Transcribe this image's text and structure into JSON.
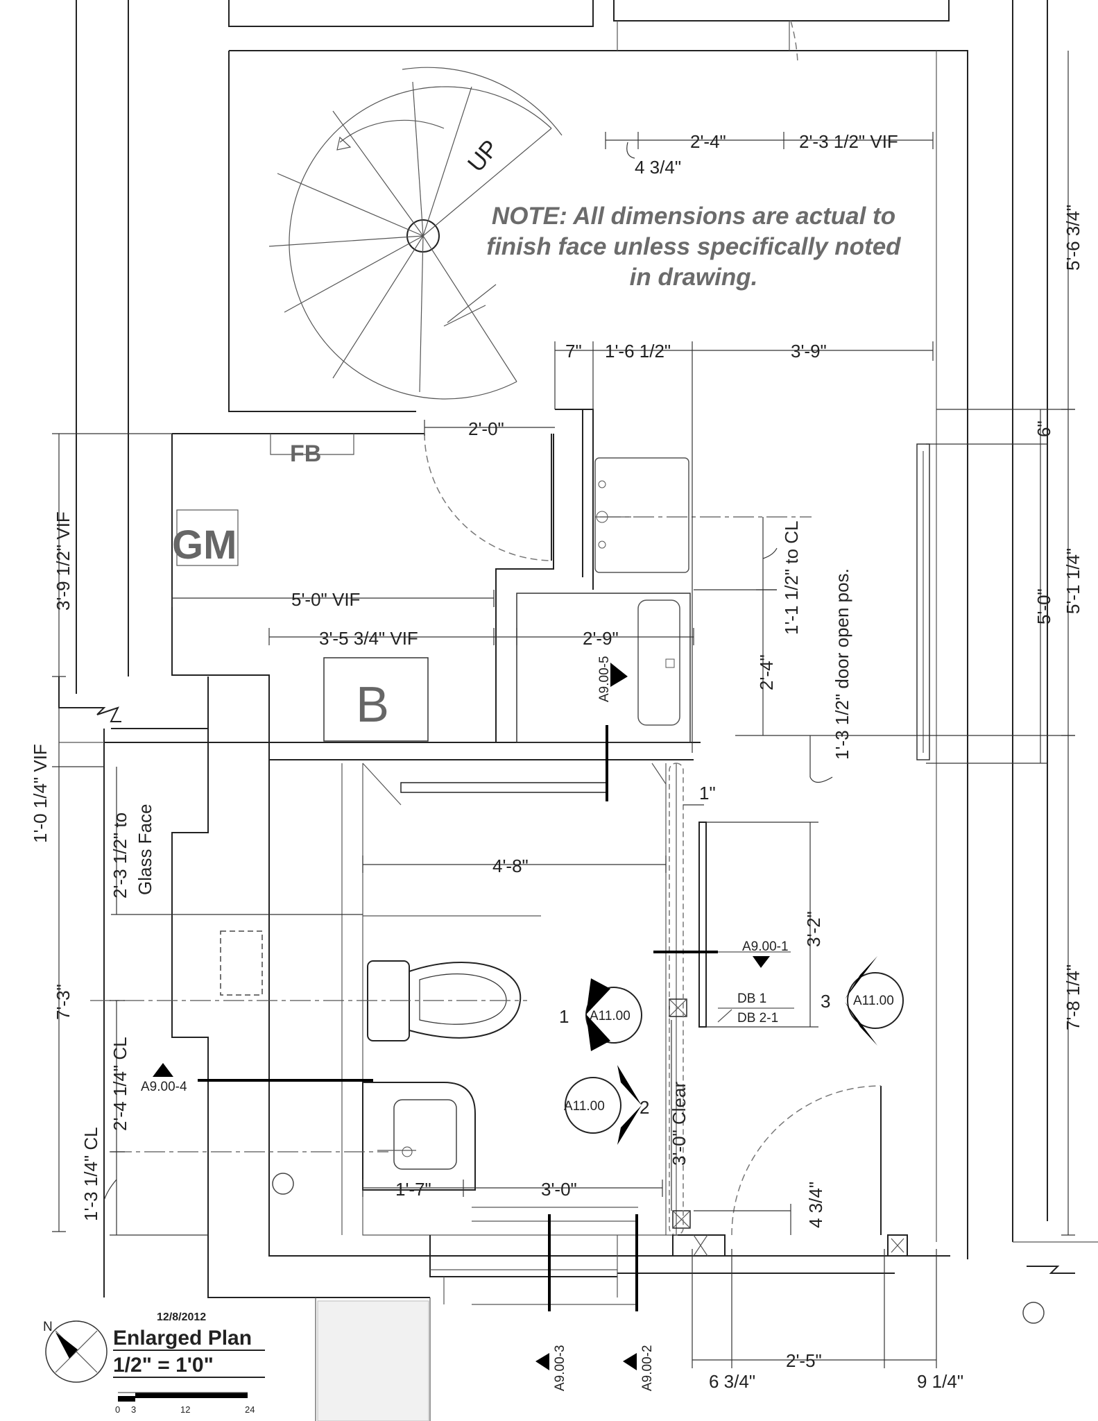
{
  "note": {
    "line1": "NOTE: All dimensions are actual to",
    "line2": "finish face unless specifically noted",
    "line3": "in drawing."
  },
  "labels": {
    "up": "UP",
    "fb": "FB",
    "gm": "GM",
    "b": "B",
    "clear": "3'-0\" Clear",
    "db1": "DB 1",
    "db2": "DB 2-1"
  },
  "dimensions": {
    "d_2_4": "2'-4\"",
    "d_2_3_5_vif": "2'-3 1/2\" VIF",
    "d_4_3_4": "4 3/4\"",
    "d_7": "7\"",
    "d_1_6_5": "1'-6 1/2\"",
    "d_3_9": "3'-9\"",
    "d_2_0": "2'-0\"",
    "d_5_6_3_4": "5'-6 3/4\"",
    "d_6": "6\"",
    "d_5_0": "5'-0\"",
    "d_5_1_1_4": "5'-1 1/4\"",
    "d_1_1_5_cl": "1'-1 1/2\" to CL",
    "d_1_3_5_door": "1'-3 1/2\" door open pos.",
    "d_2_4b": "2'-4\"",
    "d_3_9_5_vif": "3'-9 1/2\" VIF",
    "d_5_0_vif": "5'-0\" VIF",
    "d_3_5_3_4_vif": "3'-5 3/4\" VIF",
    "d_2_9": "2'-9\"",
    "d_1_0_1_4_vif": "1'-0 1/4\" VIF",
    "d_2_3_5_glass_a": "2'-3 1/2\" to",
    "d_2_3_5_glass_b": "Glass Face",
    "d_1": "1\"",
    "d_4_8": "4'-8\"",
    "d_3_2": "3'-2\"",
    "d_7_3": "7'-3\"",
    "d_7_8_1_4": "7'-8 1/4\"",
    "d_2_4_1_4_cl": "2'-4 1/4\" CL",
    "d_1_3_1_4_cl": "1'-3 1/4\" CL",
    "d_1_7": "1'-7\"",
    "d_3_0": "3'-0\"",
    "d_4_3_4b": "4 3/4\"",
    "d_6_3_4": "6 3/4\"",
    "d_2_5": "2'-5\"",
    "d_9_1_4": "9 1/4\""
  },
  "tags": {
    "a9_00_1": "A9.00-1",
    "a9_00_2": "A9.00-2",
    "a9_00_3": "A9.00-3",
    "a9_00_4": "A9.00-4",
    "a9_00_5": "A9.00-5",
    "elev1_ref": "A11.00",
    "elev1_num": "1",
    "elev2_ref": "A11.00",
    "elev2_num": "2",
    "elev3_ref": "A11.00",
    "elev3_num": "3"
  },
  "title_block": {
    "date": "12/8/2012",
    "title": "Enlarged Plan",
    "scale": "1/2\" = 1'0\"",
    "north": "N",
    "scale_0": "0",
    "scale_3": "3",
    "scale_12": "12",
    "scale_24": "24"
  },
  "colors": {
    "ink": "#222222",
    "note_gray": "#6b6b6b",
    "label_gray": "#666666"
  }
}
